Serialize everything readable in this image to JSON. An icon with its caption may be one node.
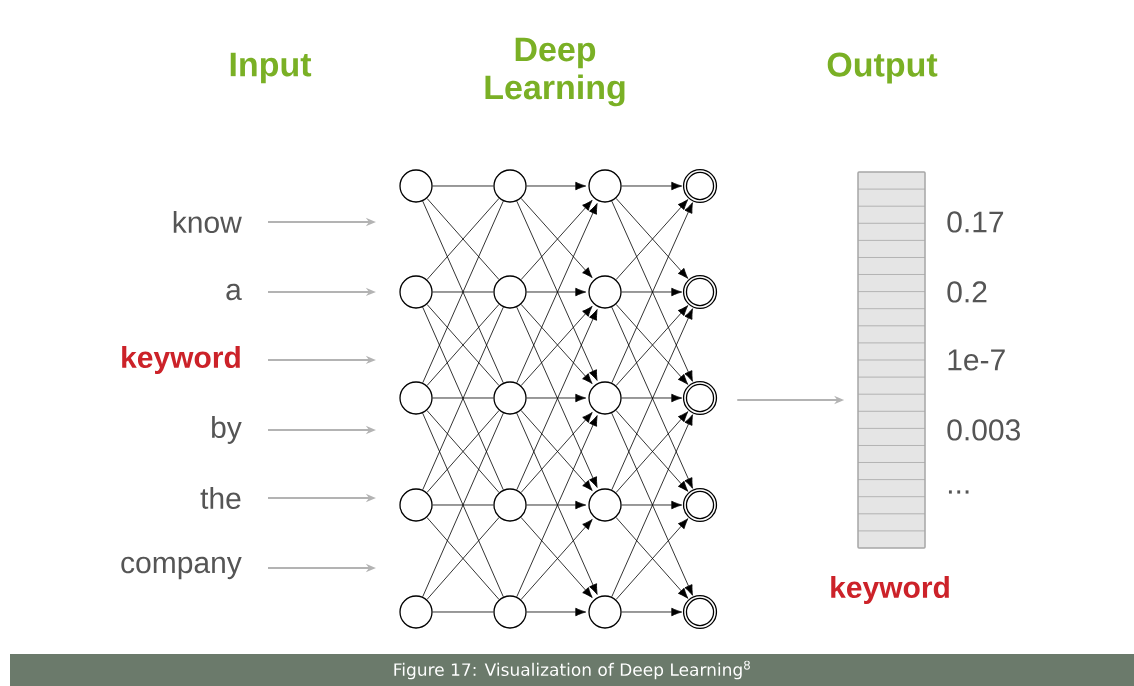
{
  "diagram": {
    "caption": "Figure 17: Visualization of Deep Learning$^{8}$",
    "nodes": [
      {
        "text": [
          "know"
        ]
      },
      {
        "text": [
          "a"
        ]
      },
      {
        "text": [
          "keyword"
        ]
      },
      {
        "text": [
          "by"
        ]
      },
      {
        "text": [
          "the"
        ]
      },
      {
        "text": [
          "company"
        ]
      },
      {
        "text": [],
        "shape": "circle"
      },
      {
        "text": [],
        "shape": "circle"
      },
      {
        "text": [],
        "shape": "circle"
      },
      {
        "text": [],
        "shape": "circle"
      },
      {
        "text": [],
        "shape": "circle"
      },
      {
        "text": [],
        "shape": "circle"
      },
      {
        "text": [],
        "shape": "circle"
      },
      {
        "text": [],
        "shape": "circle"
      },
      {
        "text": [],
        "shape": "circle"
      },
      {
        "text": [],
        "shape": "circle"
      },
      {
        "text": [],
        "shape": "circle"
      },
      {
        "text": [],
        "shape": "circle"
      },
      {
        "text": [],
        "shape": "circle"
      },
      {
        "text": [],
        "shape": "circle"
      },
      {
        "text": [],
        "shape": "circle"
      },
      {
        "text": [],
        "shape": "circle"
      },
      {
        "text": [],
        "shape": "circle"
      },
      {
        "text": [],
        "shape": "circle"
      },
      {
        "text": [],
        "shape": "circle"
      },
      {
        "text": [],
        "shape": "circle"
      },
      {
        "text": [],
        "shape": "bar",
        "beside": [
          "0.17",
          "0.2",
          "1e-7",
          "0.003",
          "...",
          "keyword"
        ]
      }
    ],
    "edges": [
      {
        "from": 0,
        "to": null,
        "arrow": "to",
        "color": "#b3b3b3"
      },
      {
        "from": 1,
        "to": null,
        "arrow": "to",
        "color": "#b3b3b3"
      },
      {
        "from": 2,
        "to": null,
        "arrow": "to",
        "color": "#b3b3b3"
      },
      {
        "from": 3,
        "to": null,
        "arrow": "to",
        "color": "#b3b3b3"
      },
      {
        "from": 4,
        "to": null,
        "arrow": "to",
        "color": "#b3b3b3"
      },
      {
        "from": 5,
        "to": null,
        "arrow": "to",
        "color": "#b3b3b3"
      },
      {
        "from": 6,
        "to": 11,
        "arrow": "none"
      },
      {
        "from": 6,
        "to": 12,
        "arrow": "none"
      },
      {
        "from": 6,
        "to": 13,
        "arrow": "none"
      },
      {
        "from": 7,
        "to": 11,
        "arrow": "none"
      },
      {
        "from": 7,
        "to": 12,
        "arrow": "none"
      },
      {
        "from": 7,
        "to": 13,
        "arrow": "none"
      },
      {
        "from": 7,
        "to": 14,
        "arrow": "none"
      },
      {
        "from": 8,
        "to": 11,
        "arrow": "none"
      },
      {
        "from": 8,
        "to": 12,
        "arrow": "none"
      },
      {
        "from": 8,
        "to": 13,
        "arrow": "none"
      },
      {
        "from": 8,
        "to": 14,
        "arrow": "none"
      },
      {
        "from": 8,
        "to": 15,
        "arrow": "none"
      },
      {
        "from": 9,
        "to": 12,
        "arrow": "none"
      },
      {
        "from": 9,
        "to": 13,
        "arrow": "none"
      },
      {
        "from": 9,
        "to": 14,
        "arrow": "none"
      },
      {
        "from": 9,
        "to": 15,
        "arrow": "none"
      },
      {
        "from": 10,
        "to": 13,
        "arrow": "none"
      },
      {
        "from": 10,
        "to": 14,
        "arrow": "none"
      },
      {
        "from": 10,
        "to": 15,
        "arrow": "none"
      },
      {
        "from": 11,
        "to": 16,
        "arrow": "to"
      },
      {
        "from": 11,
        "to": 17,
        "arrow": "to"
      },
      {
        "from": 11,
        "to": 18,
        "arrow": "to"
      },
      {
        "from": 12,
        "to": 16,
        "arrow": "to"
      },
      {
        "from": 12,
        "to": 17,
        "arrow": "to"
      },
      {
        "from": 12,
        "to": 18,
        "arrow": "to"
      },
      {
        "from": 12,
        "to": 19,
        "arrow": "to"
      },
      {
        "from": 13,
        "to": 16,
        "arrow": "to"
      },
      {
        "from": 13,
        "to": 17,
        "arrow": "to"
      },
      {
        "from": 13,
        "to": 18,
        "arrow": "to"
      },
      {
        "from": 13,
        "to": 19,
        "arrow": "to"
      },
      {
        "from": 13,
        "to": 20,
        "arrow": "to"
      },
      {
        "from": 14,
        "to": 17,
        "arrow": "to"
      },
      {
        "from": 14,
        "to": 18,
        "arrow": "to"
      },
      {
        "from": 14,
        "to": 19,
        "arrow": "to"
      },
      {
        "from": 14,
        "to": 20,
        "arrow": "to"
      },
      {
        "from": 15,
        "to": 18,
        "arrow": "to"
      },
      {
        "from": 15,
        "to": 19,
        "arrow": "to"
      },
      {
        "from": 15,
        "to": 20,
        "arrow": "to"
      },
      {
        "from": 16,
        "to": 21,
        "arrow": "to"
      },
      {
        "from": 16,
        "to": 22,
        "arrow": "to"
      },
      {
        "from": 16,
        "to": 23,
        "arrow": "to"
      },
      {
        "from": 17,
        "to": 21,
        "arrow": "to"
      },
      {
        "from": 17,
        "to": 22,
        "arrow": "to"
      },
      {
        "from": 17,
        "to": 23,
        "arrow": "to"
      },
      {
        "from": 17,
        "to": 24,
        "arrow": "to"
      },
      {
        "from": 18,
        "to": 21,
        "arrow": "to"
      },
      {
        "from": 18,
        "to": 22,
        "arrow": "to"
      },
      {
        "from": 18,
        "to": 23,
        "arrow": "to"
      },
      {
        "from": 18,
        "to": 24,
        "arrow": "to"
      },
      {
        "from": 18,
        "to": 25,
        "arrow": "to"
      },
      {
        "from": 19,
        "to": 22,
        "arrow": "to"
      },
      {
        "from": 19,
        "to": 23,
        "arrow": "to"
      },
      {
        "from": 19,
        "to": 24,
        "arrow": "to"
      },
      {
        "from": 19,
        "to": 25,
        "arrow": "to"
      },
      {
        "from": 20,
        "to": 23,
        "arrow": "to"
      },
      {
        "from": 20,
        "to": 24,
        "arrow": "to"
      },
      {
        "from": 20,
        "to": 25,
        "arrow": "to"
      },
      {
        "from": null,
        "to": 26,
        "arrow": "to",
        "color": "#b3b3b3"
      }
    ],
    "labels": [
      "Input",
      "Deep Learning",
      "Output"
    ]
  }
}
